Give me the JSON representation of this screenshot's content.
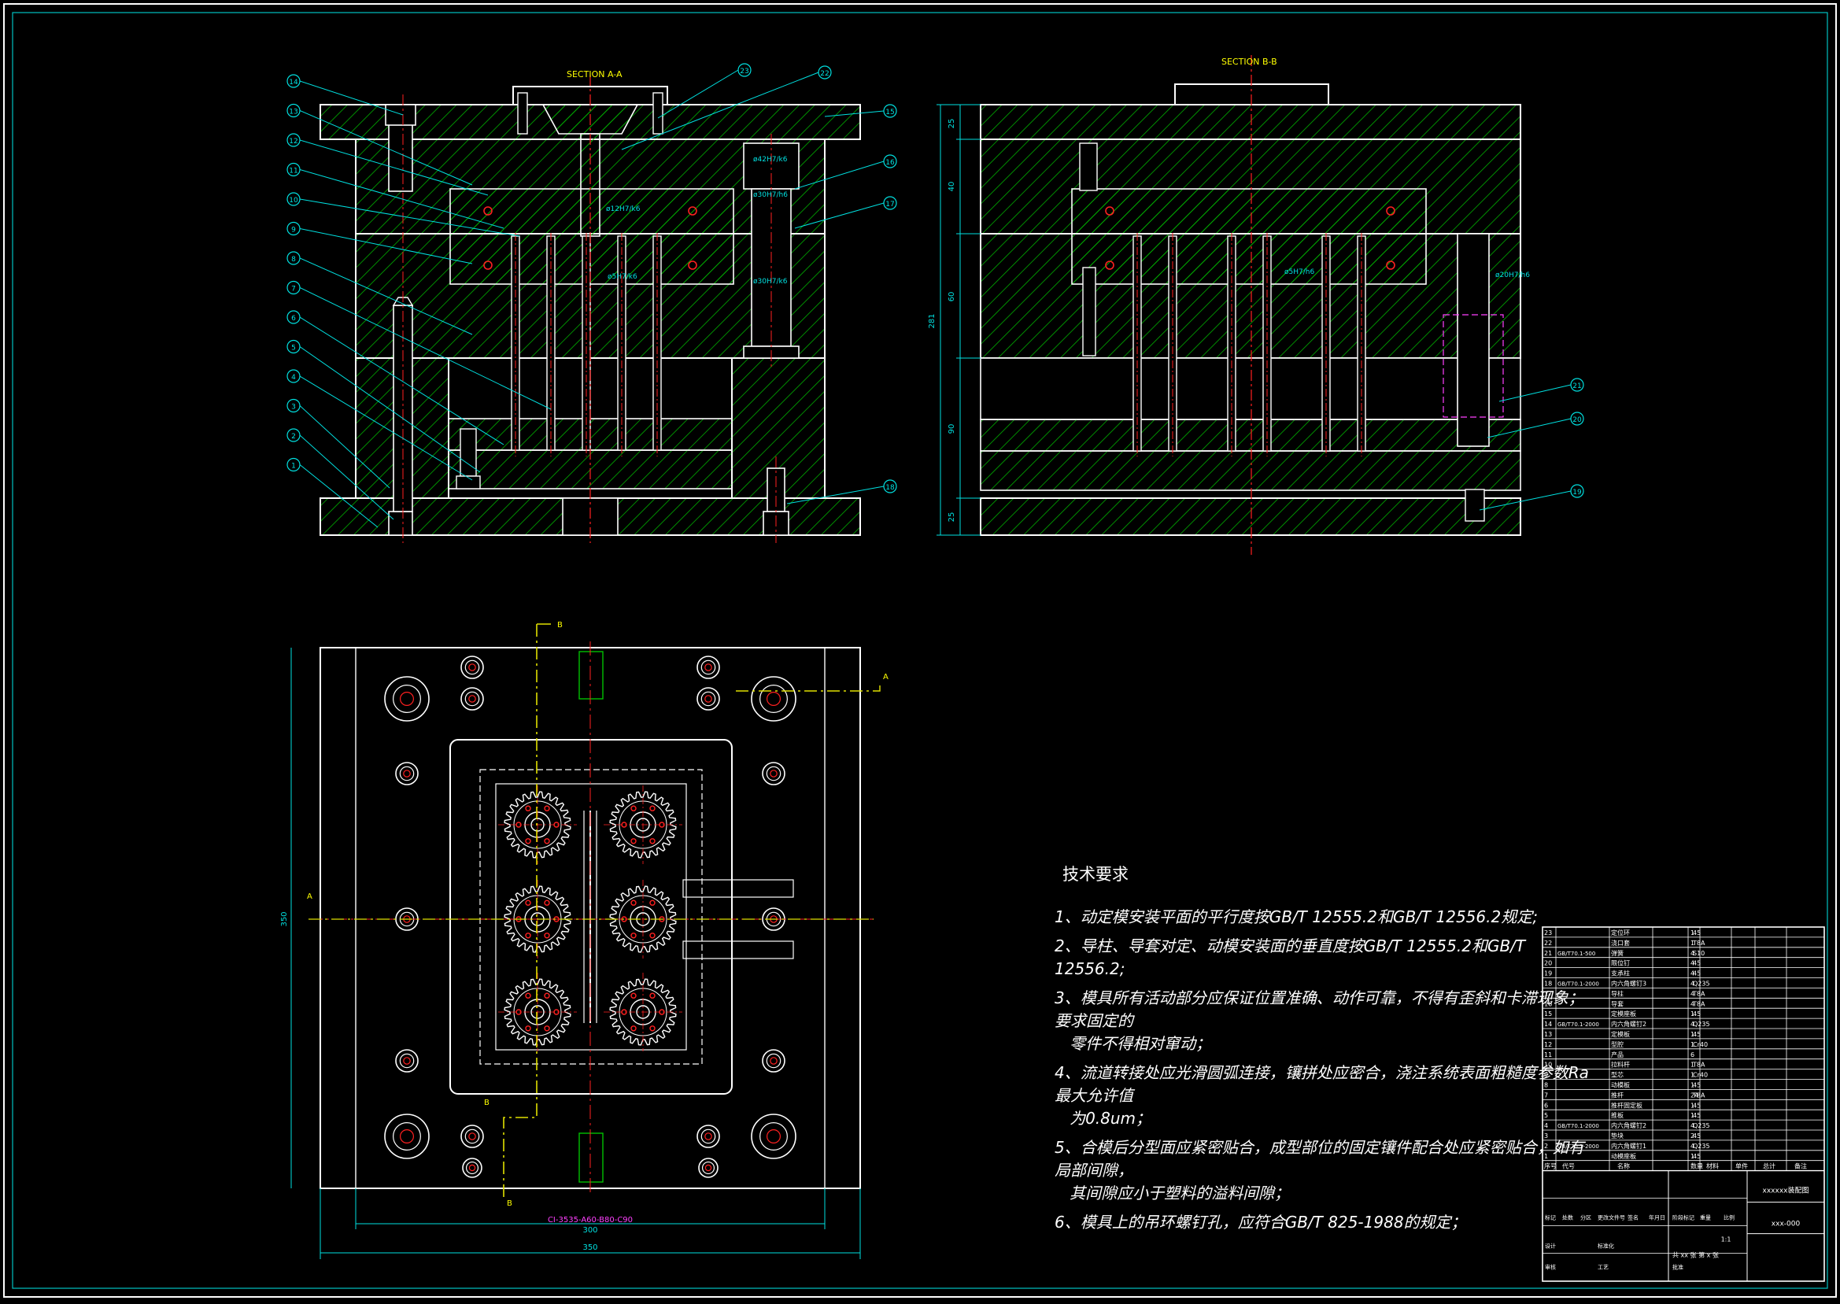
{
  "drawing": {
    "section_aa_title": "SECTION A-A",
    "section_bb_title": "SECTION B-B",
    "balloons_aa_left": [
      "14",
      "13",
      "12",
      "11",
      "10",
      "9",
      "8",
      "7",
      "6",
      "5",
      "4",
      "3",
      "2",
      "1"
    ],
    "balloons_aa_right": [
      "23",
      "22",
      "15",
      "16",
      "17",
      "18"
    ],
    "balloons_bb_right": [
      "21",
      "20",
      "19"
    ],
    "fit_labels_aa": [
      "ø12H7/k6",
      "ø5H7/k6",
      "ø42H7/k6",
      "ø30H7/h6",
      "ø30H7/k6"
    ],
    "fit_labels_bb": [
      "ø5H7/h6",
      "ø20H7/h6"
    ],
    "dims_bb_left": [
      "25",
      "40",
      "60",
      "90",
      "25"
    ],
    "dim_bb_total": "281",
    "plan_section_letters": [
      "B",
      "A",
      "A",
      "B",
      "B"
    ],
    "plan_dim_height": "350",
    "plan_dim_width_inner": "300",
    "plan_dim_width_outer": "350",
    "plan_caption": "CI-3535-A60-B80-C90"
  },
  "tech_requirements": {
    "title": "技术要求",
    "items": [
      "1、动定模安装平面的平行度按GB/T 12555.2和GB/T 12556.2规定;",
      "2、导柱、导套对定、动模安装面的垂直度按GB/T 12555.2和GB/T 12556.2;",
      "3、模具所有活动部分应保证位置准确、动作可靠，不得有歪斜和卡滞现象；要求固定的\n   零件不得相对窜动；",
      "4、流道转接处应光滑圆弧连接，镶拼处应密合，浇注系统表面粗糙度参数Ra最大允许值\n   为0.8um；",
      "5、合模后分型面应紧密贴合，成型部位的固定镶件配合处应紧密贴合，如有局部间隙，\n   其间隙应小于塑料的溢料间隙；",
      "6、模具上的吊环螺钉孔，应符合GB/T 825-1988的规定；"
    ]
  },
  "title_block": {
    "bom_rows": [
      {
        "no": "23",
        "std": "",
        "name": "定位环",
        "qty": "1",
        "mat": "45",
        "note": ""
      },
      {
        "no": "22",
        "std": "",
        "name": "浇口套",
        "qty": "1",
        "mat": "T8A",
        "note": ""
      },
      {
        "no": "21",
        "std": "GB/T70.1-500",
        "name": "弹簧",
        "qty": "4",
        "mat": "S10",
        "note": ""
      },
      {
        "no": "20",
        "std": "",
        "name": "限位钉",
        "qty": "4",
        "mat": "45",
        "note": ""
      },
      {
        "no": "19",
        "std": "",
        "name": "支承柱",
        "qty": "4",
        "mat": "45",
        "note": ""
      },
      {
        "no": "18",
        "std": "GB/T70.1-2000",
        "name": "内六角螺钉3",
        "qty": "4",
        "mat": "Q235",
        "note": ""
      },
      {
        "no": "17",
        "std": "",
        "name": "导柱",
        "qty": "4",
        "mat": "T8A",
        "note": ""
      },
      {
        "no": "16",
        "std": "",
        "name": "导套",
        "qty": "4",
        "mat": "T8A",
        "note": ""
      },
      {
        "no": "15",
        "std": "",
        "name": "定模座板",
        "qty": "1",
        "mat": "45",
        "note": ""
      },
      {
        "no": "14",
        "std": "GB/T70.1-2000",
        "name": "内六角螺钉2",
        "qty": "4",
        "mat": "Q235",
        "note": ""
      },
      {
        "no": "13",
        "std": "",
        "name": "定模板",
        "qty": "1",
        "mat": "45",
        "note": ""
      },
      {
        "no": "12",
        "std": "",
        "name": "型腔",
        "qty": "1",
        "mat": "Cr40",
        "note": ""
      },
      {
        "no": "11",
        "std": "",
        "name": "产品",
        "qty": "6",
        "mat": "",
        "note": ""
      },
      {
        "no": "10",
        "std": "",
        "name": "拉料杆",
        "qty": "1",
        "mat": "T8A",
        "note": ""
      },
      {
        "no": "9",
        "std": "",
        "name": "型芯",
        "qty": "1",
        "mat": "Cr40",
        "note": ""
      },
      {
        "no": "8",
        "std": "",
        "name": "动模板",
        "qty": "1",
        "mat": "45",
        "note": ""
      },
      {
        "no": "7",
        "std": "",
        "name": "推杆",
        "qty": "24",
        "mat": "T8A",
        "note": ""
      },
      {
        "no": "6",
        "std": "",
        "name": "推杆固定板",
        "qty": "1",
        "mat": "45",
        "note": ""
      },
      {
        "no": "5",
        "std": "",
        "name": "推板",
        "qty": "1",
        "mat": "45",
        "note": ""
      },
      {
        "no": "4",
        "std": "GB/T70.1-2000",
        "name": "内六角螺钉2",
        "qty": "4",
        "mat": "Q235",
        "note": ""
      },
      {
        "no": "3",
        "std": "",
        "name": "垫块",
        "qty": "2",
        "mat": "45",
        "note": ""
      },
      {
        "no": "2",
        "std": "GB/T70.1-2000",
        "name": "内六角螺钉1",
        "qty": "4",
        "mat": "Q235",
        "note": ""
      },
      {
        "no": "1",
        "std": "",
        "name": "动模座板",
        "qty": "1",
        "mat": "45",
        "note": ""
      }
    ],
    "header_labels": [
      "序号",
      "代号",
      "名称",
      "数量",
      "材料",
      "单件",
      "总计",
      "备注"
    ],
    "drawing_name": "xxxxxx装配图",
    "drawing_number": "xxx-000",
    "scale": "1:1",
    "sheet_info": "共 xx 张  第 x 张",
    "sign_labels": [
      "标记",
      "处数",
      "分区",
      "更改文件号",
      "签名",
      "年月日",
      "设计",
      "标准化",
      "阶段标记",
      "重量",
      "比例",
      "审核",
      "工艺",
      "批准"
    ]
  },
  "colors": {
    "background": "#000000",
    "outline": "#ffffff",
    "hatch": "#00c000",
    "centerline": "#ff2020",
    "leader": "#00e0e0",
    "hidden": "#ff40ff",
    "section_line": "#e0e000"
  }
}
